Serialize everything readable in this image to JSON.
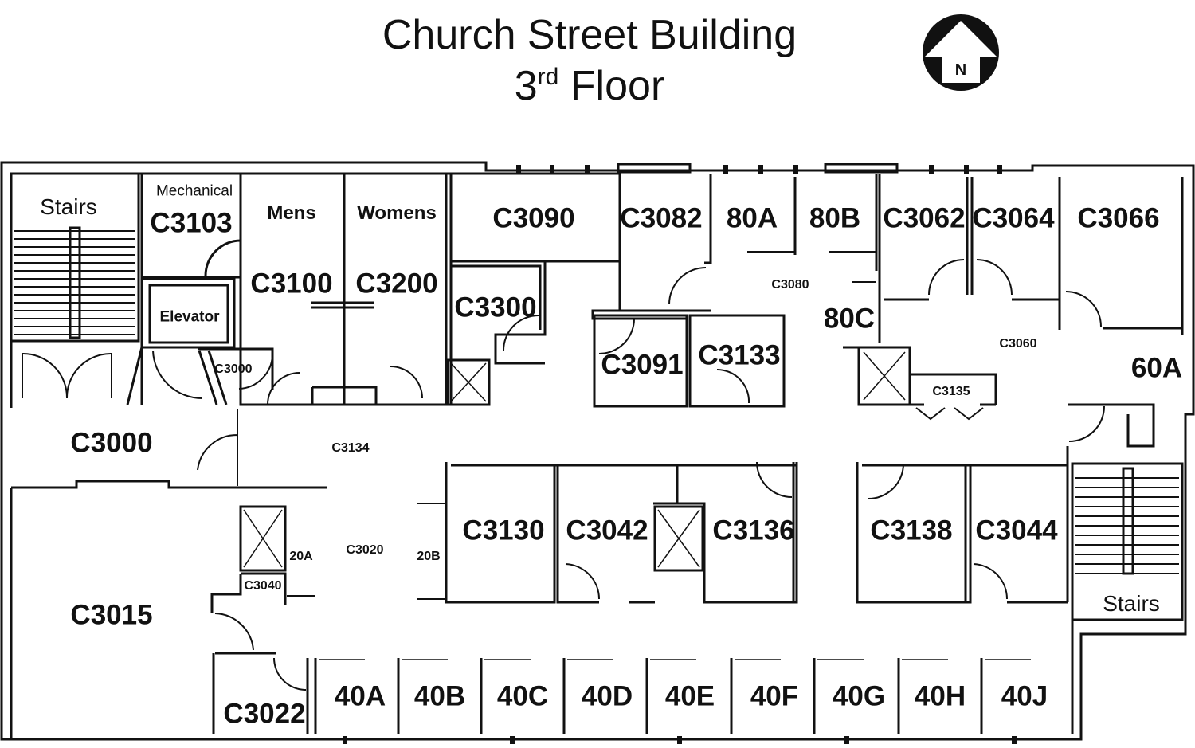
{
  "title": {
    "building": "Church Street Building",
    "floor_number": "3",
    "floor_suffix": "rd",
    "floor_word": "Floor"
  },
  "compass": {
    "letter": "N",
    "icon": "north-arrow-icon"
  },
  "rooms": {
    "stairs_west": "Stairs",
    "mechanical": "Mechanical",
    "c3103": "C3103",
    "mens": "Mens",
    "womens": "Womens",
    "c3100": "C3100",
    "c3200": "C3200",
    "elevator": "Elevator",
    "c3000_small": "C3000",
    "c3090": "C3090",
    "c3300": "C3300",
    "c3082": "C3082",
    "r80a": "80A",
    "r80b": "80B",
    "c3080": "C3080",
    "r80c": "80C",
    "c3091": "C3091",
    "c3133": "C3133",
    "c3062": "C3062",
    "c3064": "C3064",
    "c3066": "C3066",
    "c3060": "C3060",
    "c3135": "C3135",
    "r60a": "60A",
    "c3000": "C3000",
    "c3134": "C3134",
    "c3015": "C3015",
    "r20a": "20A",
    "c3020": "C3020",
    "r20b": "20B",
    "c3040": "C3040",
    "c3130": "C3130",
    "c3042": "C3042",
    "c3136": "C3136",
    "c3138": "C3138",
    "c3044": "C3044",
    "stairs_east": "Stairs",
    "c3022": "C3022",
    "r40a": "40A",
    "r40b": "40B",
    "r40c": "40C",
    "r40d": "40D",
    "r40e": "40E",
    "r40f": "40F",
    "r40g": "40G",
    "r40h": "40H",
    "r40j": "40J"
  }
}
